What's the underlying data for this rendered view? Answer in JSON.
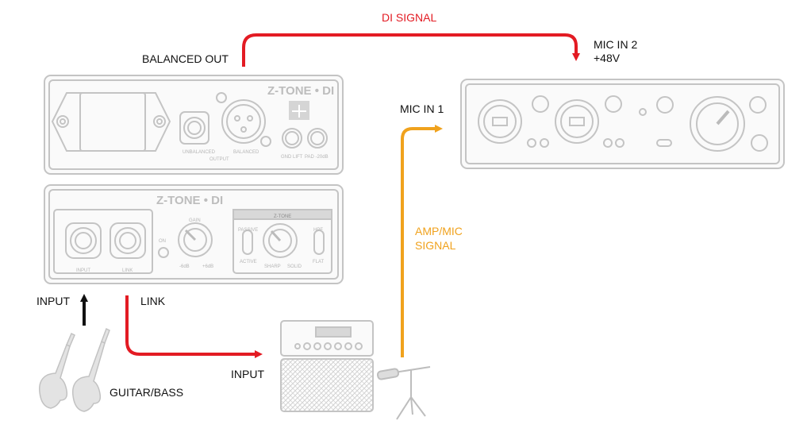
{
  "labels": {
    "di_signal": "DI SIGNAL",
    "balanced_out": "BALANCED OUT",
    "mic_in_2": "MIC IN 2",
    "plus_48v": "+48V",
    "mic_in_1": "MIC IN 1",
    "amp_mic_signal_1": "AMP/MIC",
    "amp_mic_signal_2": "SIGNAL",
    "input_left": "INPUT",
    "link": "LINK",
    "input_amp": "INPUT",
    "guitar_bass": "GUITAR/BASS"
  },
  "device_back": {
    "brand": "Z-TONE • DI",
    "small_labels": [
      "UNBALANCED",
      "OUTPUT",
      "BALANCED",
      "GND LIFT",
      "PAD -20dB"
    ]
  },
  "device_front": {
    "brand": "Z-TONE • DI",
    "section_label": "Z-TONE",
    "small_labels": [
      "INPUT",
      "LINK",
      "ON",
      "GAIN",
      "-6dB",
      "+6dB",
      "PASSIVE",
      "ACTIVE",
      "SHARP",
      "SOLID",
      "HPF",
      "FLAT"
    ]
  },
  "colors": {
    "di_signal": "#e31b23",
    "amp_signal": "#f0a21d",
    "input_arrow": "#111111",
    "device_outline": "#c8c8c8"
  }
}
